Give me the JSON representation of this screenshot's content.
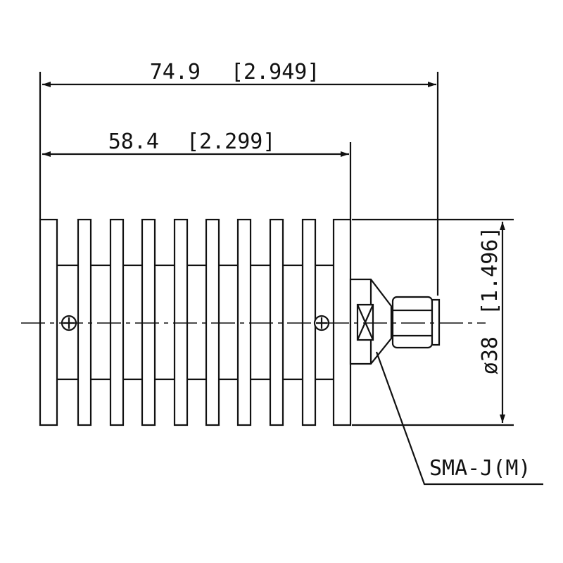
{
  "dimensions": {
    "overall_length": {
      "metric": "74.9",
      "imperial": "[2.949]"
    },
    "body_length": {
      "metric": "58.4",
      "imperial": "[2.299]"
    },
    "diameter": {
      "metric": "ø38",
      "imperial": "[1.496]"
    }
  },
  "connector": {
    "label": "SMA-J(M)"
  },
  "colors": {
    "line": "#111111",
    "background": "#ffffff"
  }
}
